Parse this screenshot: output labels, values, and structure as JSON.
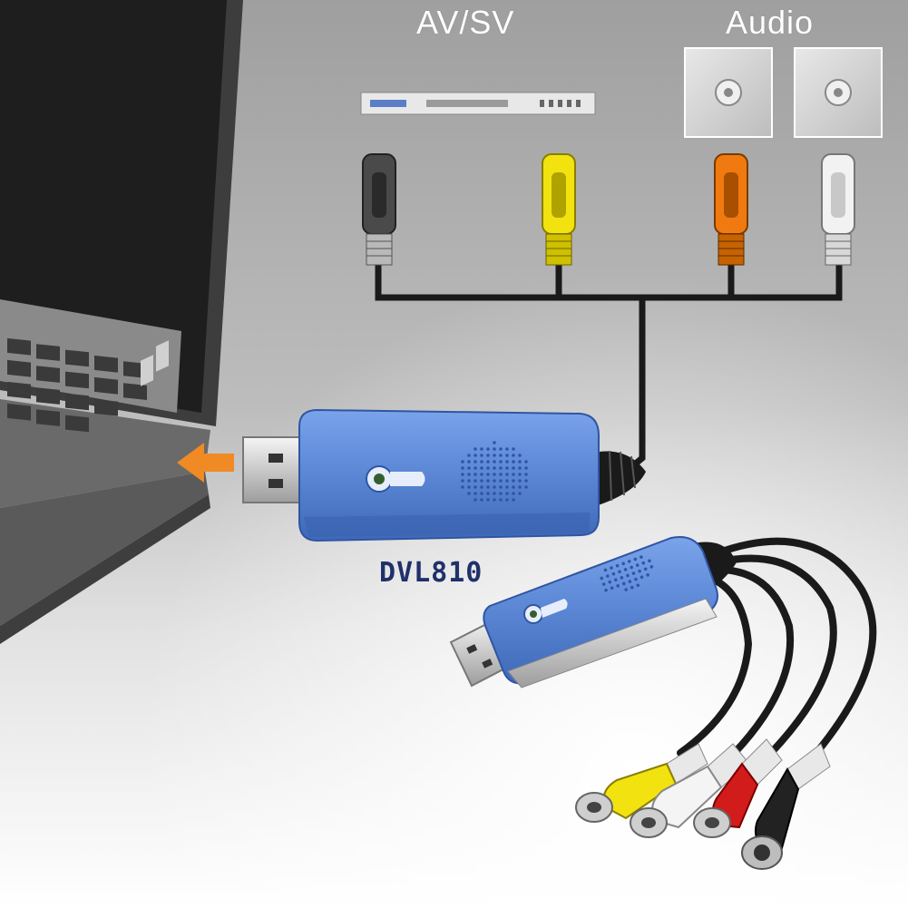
{
  "labels": {
    "av_sv": "AV/SV",
    "audio": "Audio",
    "model": "DVL810"
  },
  "colors": {
    "background_gray": "#b9b9b9",
    "device_blue": "#5a86d4",
    "arrow_orange": "#f08a24",
    "connector_black": "#4a4a4a",
    "connector_yellow": "#f2e210",
    "connector_orange": "#f07a10",
    "connector_white": "#f2f2f2",
    "plug_red": "#d21b1b"
  },
  "icons": [
    "laptop-icon",
    "dvd-player-icon",
    "audio-jack-icon",
    "s-video-connector-icon",
    "rca-connector-icon",
    "usb-plug-icon",
    "arrow-left-icon",
    "capture-device-icon"
  ]
}
